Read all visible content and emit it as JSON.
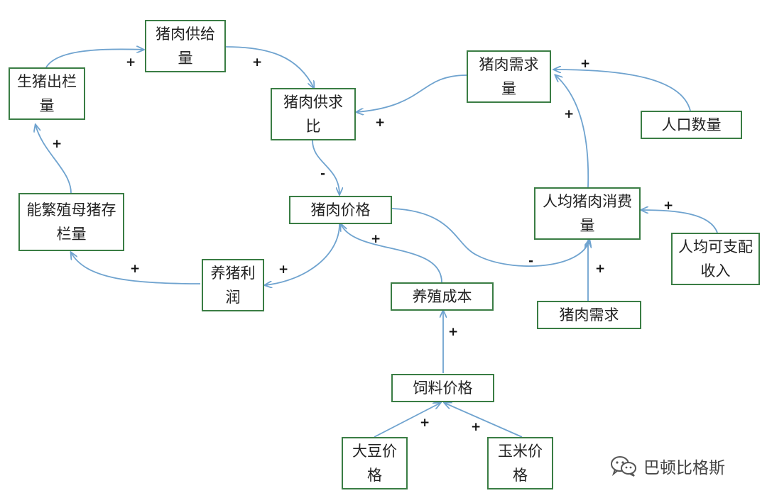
{
  "nodes": {
    "supply": "猪肉供给\n量",
    "hog_out": "生猪出栏\n量",
    "ratio": "猪肉供求\n比",
    "demand_qty": "猪肉需求\n量",
    "population": "人口数量",
    "sow": "能繁殖母猪存\n栏量",
    "price": "猪肉价格",
    "per_capita": "人均猪肉消费\n量",
    "income": "人均可支配\n收入",
    "profit": "养猪利\n润",
    "cost": "养殖成本",
    "demand": "猪肉需求",
    "feed": "饲料价格",
    "soy": "大豆价\n格",
    "corn": "玉米价\n格"
  },
  "signs": {
    "hog_to_supply": "+",
    "supply_to_ratio": "+",
    "demand_to_ratio": "+",
    "population_to_demand": "+",
    "percapita_to_demand": "+",
    "sow_to_hog": "+",
    "ratio_to_price": "-",
    "income_to_percapita": "+",
    "price_to_profit": "+",
    "profit_to_sow": "+",
    "cost_to_price": "+",
    "price_to_percapita": "-",
    "demand_to_percapita": "+",
    "feed_to_cost": "+",
    "soy_to_feed": "+",
    "corn_to_feed": "+"
  },
  "watermark": {
    "text": "巴顿比格斯",
    "icon": "wechat-icon"
  }
}
